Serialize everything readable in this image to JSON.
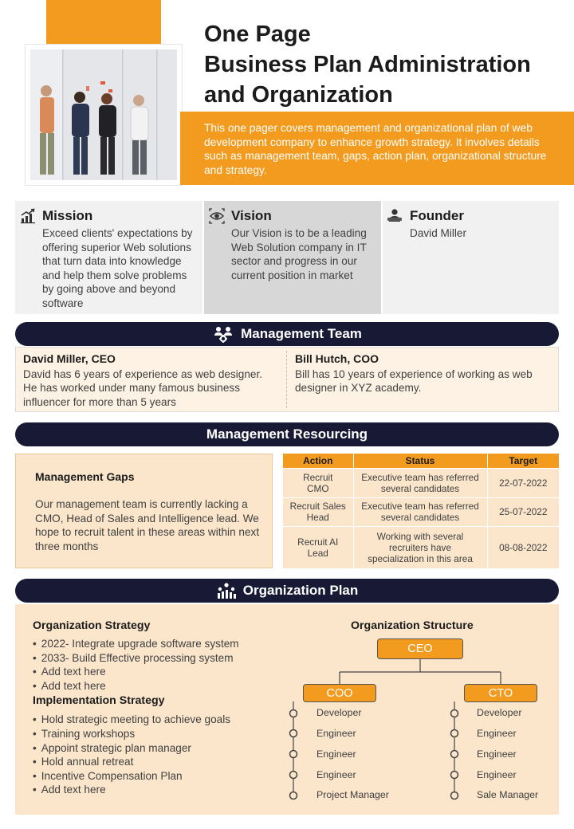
{
  "header": {
    "title_line1": "One Page",
    "title_line2": "Business Plan Administration",
    "title_line3": "and Organization",
    "intro": "This one pager covers management and organizational plan of web development company to enhance growth strategy. It involves details such as management team, gaps, action plan, organizational structure and strategy."
  },
  "mission": {
    "icon": "growth-chart-icon",
    "heading": "Mission",
    "text": "Exceed clients' expectations by offering superior Web solutions that turn data into knowledge and help them solve problems by going above and beyond software"
  },
  "vision": {
    "icon": "vision-eye-icon",
    "heading": "Vision",
    "text": "Our Vision is to be a leading Web Solution company in IT sector and progress in our current position in market"
  },
  "founder": {
    "icon": "founder-person-icon",
    "heading": "Founder",
    "name": "David Miller"
  },
  "management_team": {
    "title": "Management Team",
    "members": [
      {
        "name": "David Miller, CEO",
        "bio": "David has 6 years of experience as web designer. He has worked under many famous business influencer for more than 5 years"
      },
      {
        "name": "Bill Hutch, COO",
        "bio": "Bill has 10 years of experience of working as web designer in XYZ academy."
      }
    ]
  },
  "resourcing": {
    "title": "Management Resourcing",
    "gaps_heading": "Management Gaps",
    "gaps_text": "Our management team is currently lacking a CMO, Head of Sales and Intelligence lead. We hope to recruit talent in these areas within next three months",
    "table": {
      "headers": [
        "Action",
        "Status",
        "Target"
      ],
      "rows": [
        [
          "Recruit CMO",
          "Executive team has referred several candidates",
          "22-07-2022"
        ],
        [
          "Recruit Sales Head",
          "Executive team has referred several candidates",
          "25-07-2022"
        ],
        [
          "Recruit AI Lead",
          "Working with several recruiters have specialization in this area",
          "08-08-2022"
        ]
      ]
    }
  },
  "organization": {
    "title": "Organization Plan",
    "strategy_heading": "Organization Strategy",
    "strategy_items": [
      "2022- Integrate upgrade software system",
      "2033- Build Effective processing system",
      "Add text here",
      "Add text here"
    ],
    "implementation_heading": "Implementation Strategy",
    "implementation_items": [
      "Hold strategic meeting to achieve goals",
      "Training workshops",
      "Appoint strategic plan manager",
      "Hold annual retreat",
      "Incentive Compensation Plan",
      "Add text here"
    ],
    "structure_heading": "Organization Structure",
    "ceo": "CEO",
    "coo": "COO",
    "cto": "CTO",
    "coo_reports": [
      "Developer",
      "Engineer",
      "Engineer",
      "Engineer",
      "Project Manager"
    ],
    "cto_reports": [
      "Developer",
      "Engineer",
      "Engineer",
      "Engineer",
      "Sale Manager"
    ]
  },
  "colors": {
    "accent": "#F29B1F",
    "dark_bar": "#181935",
    "light_panel": "#fbe6cb"
  }
}
